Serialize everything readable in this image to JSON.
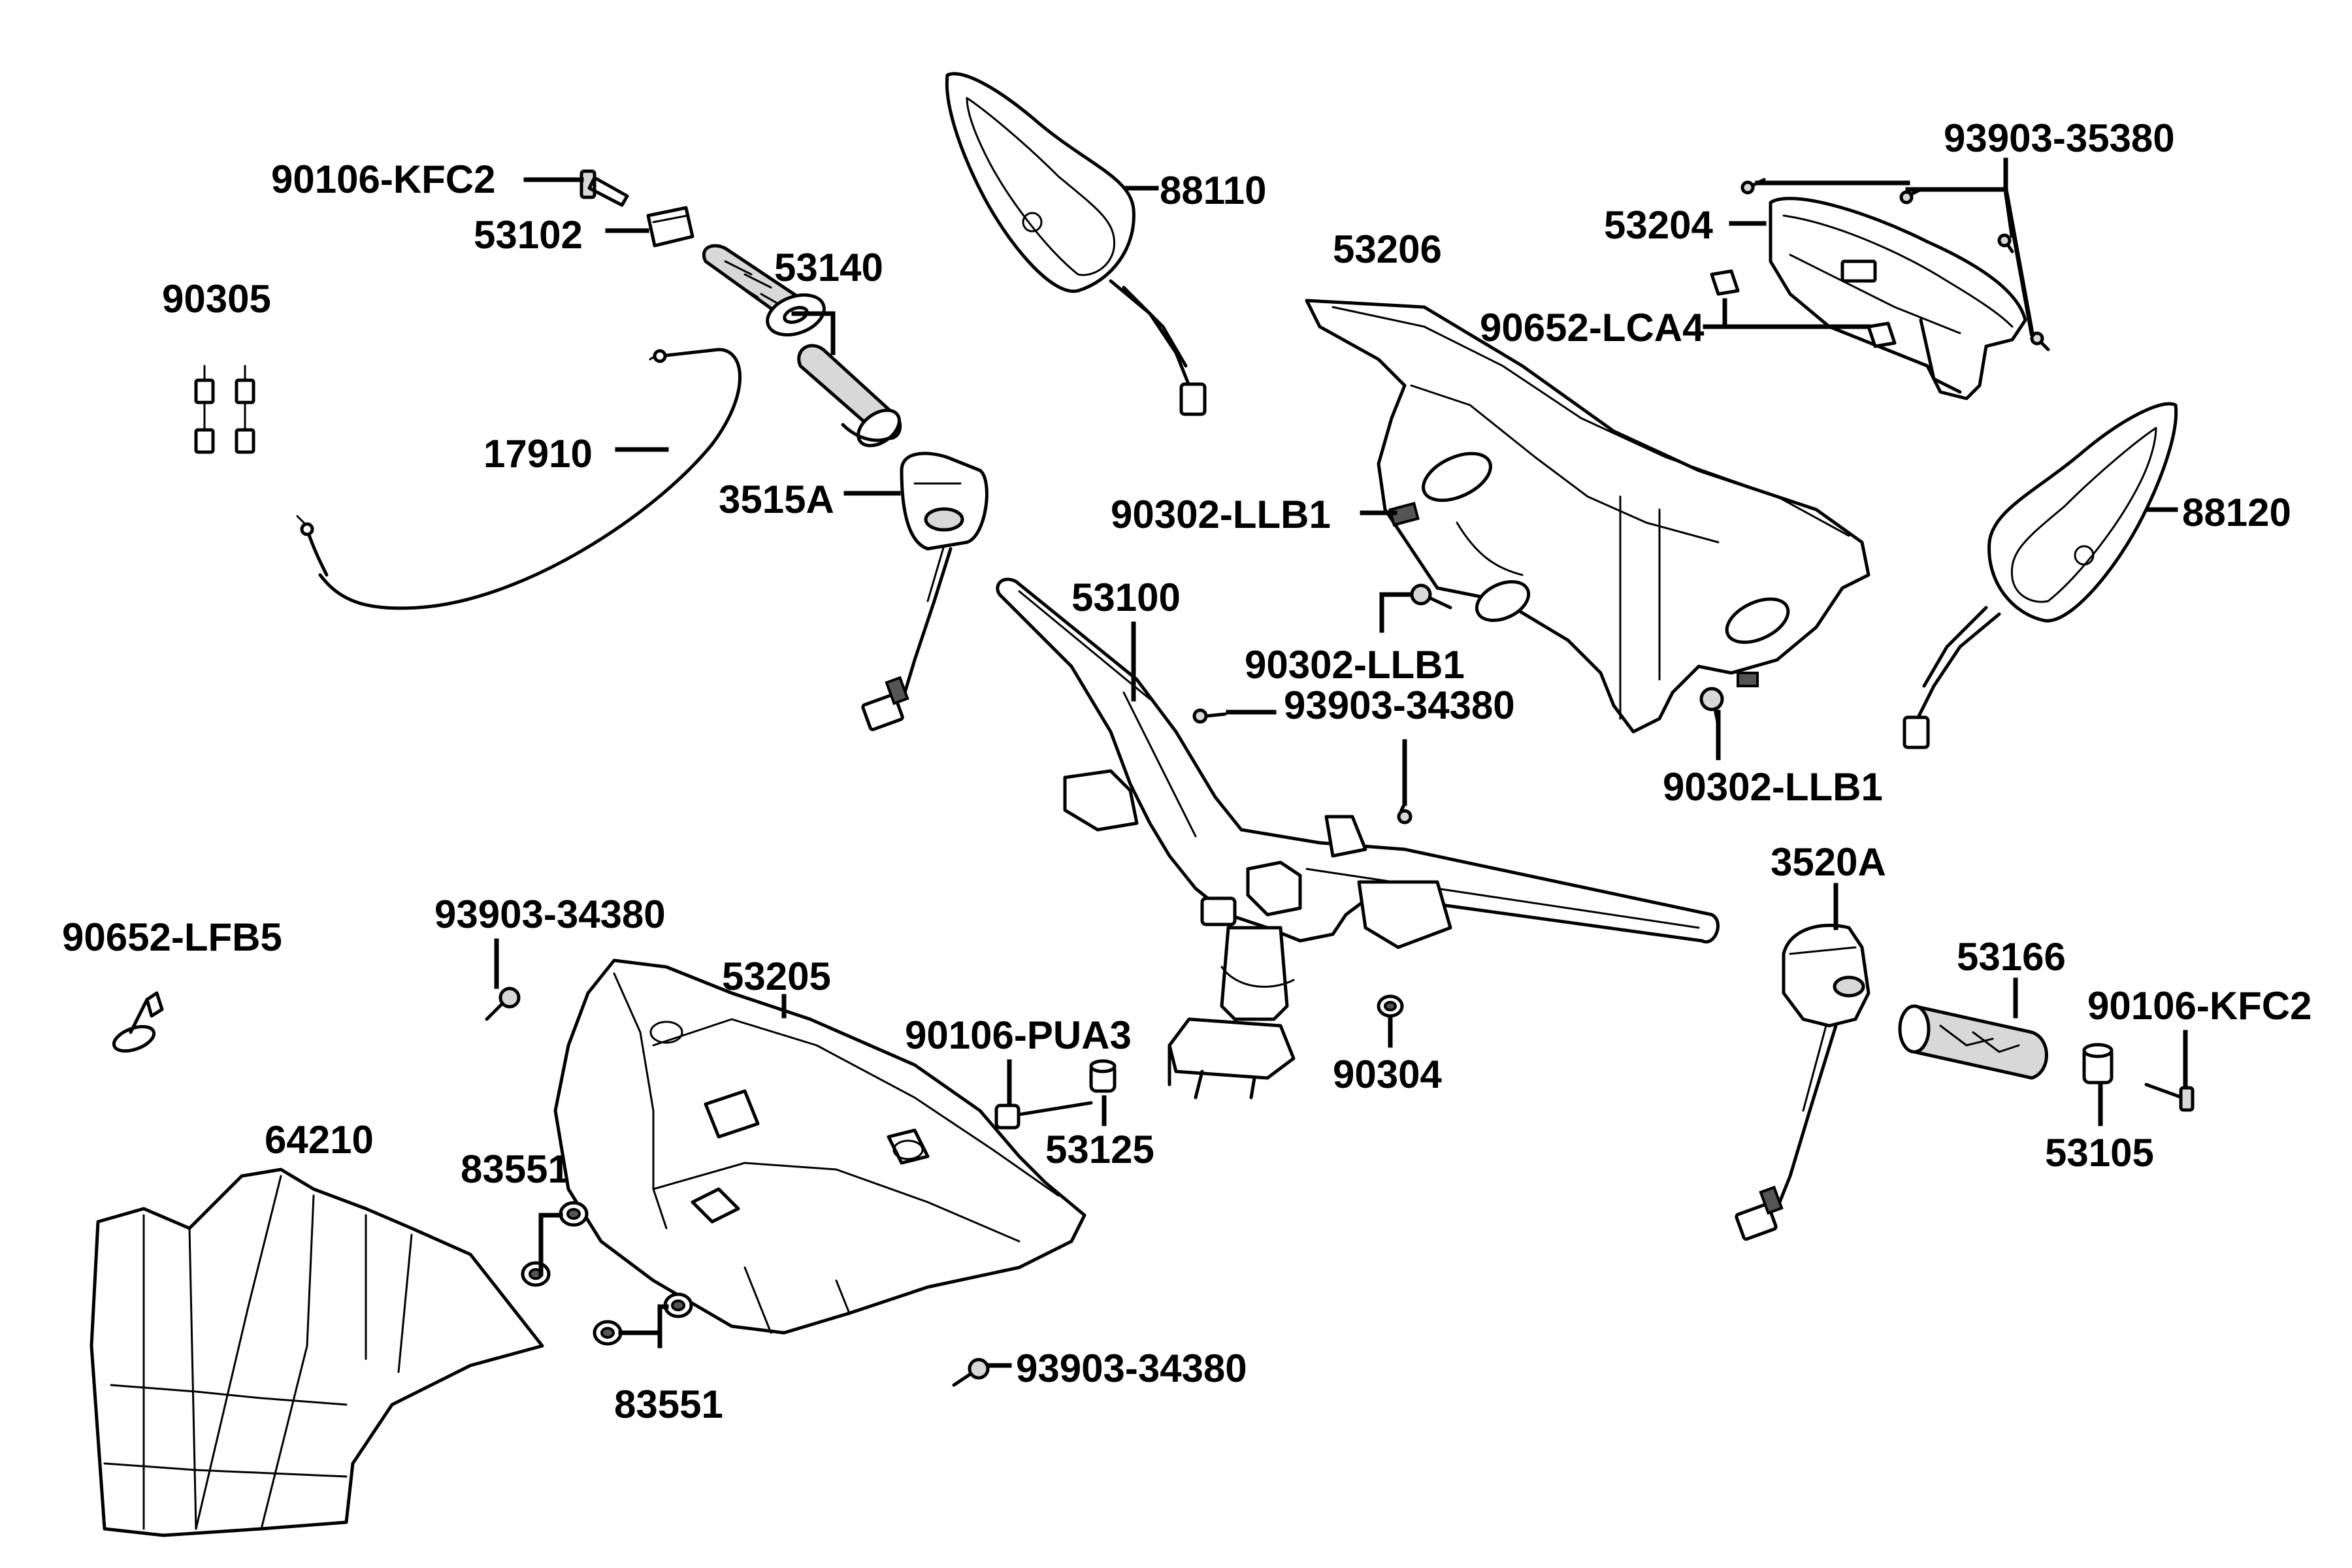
{
  "labels": {
    "l_90106_kfc2_a": "90106-KFC2",
    "l_53102": "53102",
    "l_53140": "53140",
    "l_90305": "90305",
    "l_17910": "17910",
    "l_3515a": "3515A",
    "l_88110": "88110",
    "l_53206": "53206",
    "l_53204": "53204",
    "l_93903_35380": "93903-35380",
    "l_90652_lca4": "90652-LCA4",
    "l_90302_llb1_a": "90302-LLB1",
    "l_90302_llb1_b": "90302-LLB1",
    "l_90302_llb1_c": "90302-LLB1",
    "l_88120": "88120",
    "l_53100": "53100",
    "l_93903_34380_a": "93903-34380",
    "l_93903_34380_b": "93903-34380",
    "l_93903_34380_c": "93903-34380",
    "l_90652_lfb5": "90652-LFB5",
    "l_53205": "53205",
    "l_90106_pua3": "90106-PUA3",
    "l_53125": "53125",
    "l_90304": "90304",
    "l_3520a": "3520A",
    "l_53166": "53166",
    "l_90106_kfc2_b": "90106-KFC2",
    "l_53105": "53105",
    "l_64210": "64210",
    "l_83551_a": "83551",
    "l_83551_b": "83551"
  }
}
